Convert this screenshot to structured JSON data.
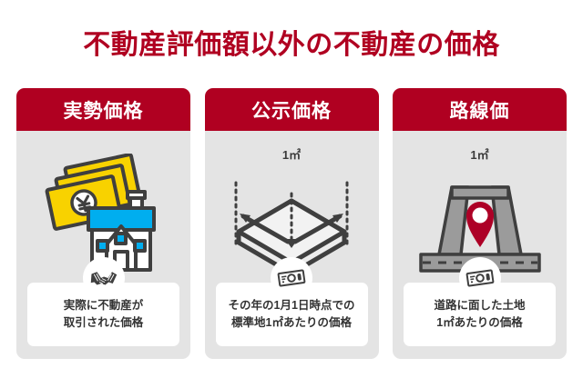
{
  "page": {
    "title": "不動産評価額以外の不動産の価格",
    "title_color": "#b00021",
    "background_color": "#ffffff",
    "card_background_color": "#e4e4e4",
    "banner_color": "#b00021",
    "accent_yellow": "#f8d200",
    "accent_cyan": "#00aeef",
    "icon_gray": "#3f3f3f",
    "road_gray": "#9b9b9b"
  },
  "cards": [
    {
      "header": "実勢価格",
      "unit_label": "",
      "illustration": "banknotes-and-house",
      "badge_icon": "handshake-icon",
      "caption": "実際に不動産が\n取引された価格"
    },
    {
      "header": "公示価格",
      "unit_label": "1㎡",
      "illustration": "land-plot-isometric",
      "badge_icon": "banknote-icon",
      "caption": "その年の1月1日時点での\n標準地1㎡あたりの価格"
    },
    {
      "header": "路線価",
      "unit_label": "1㎡",
      "illustration": "road-map-with-pin",
      "badge_icon": "banknote-icon",
      "caption": "道路に面した土地\n1㎡あたりの価格"
    }
  ]
}
